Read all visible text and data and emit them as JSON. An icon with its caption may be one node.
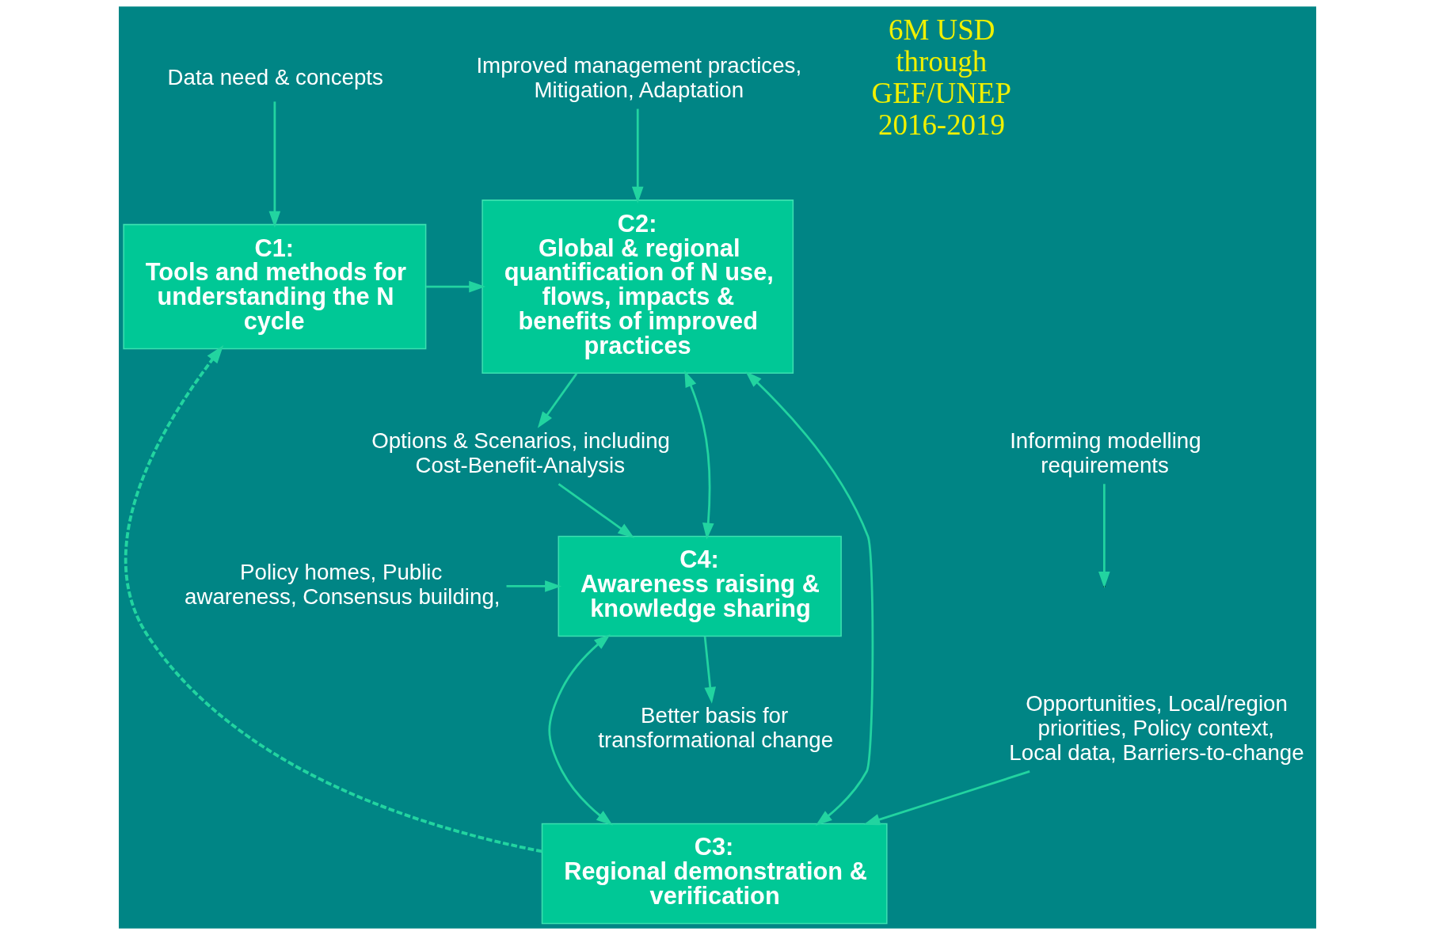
{
  "diagram": {
    "nodes": [
      {
        "text": [
          "Data need & concepts"
        ]
      },
      {
        "text": [
          "C1:",
          "Tools and methods for understanding the N cycle"
        ]
      },
      {
        "text": [
          "Improved management practices, Mitigation, Adaptation"
        ]
      },
      {
        "text": [
          "C2:",
          "Global & regional quantification of N use, flows, impacts & benefits of improved practices"
        ]
      },
      {
        "text": [
          "Informing modelling requirements"
        ]
      },
      {
        "text": [
          "C3:",
          "Regional demonstration & verification"
        ]
      },
      {
        "text": [
          "Options & Scenarios, including Cost-Benefit-Analysis"
        ]
      },
      {
        "text": [
          "C4:",
          "Awareness raising & knowledge sharing"
        ]
      },
      {
        "text": [
          "Opportunities, Local/region priorities, Policy context, Local data, Barriers-to-change"
        ]
      },
      {
        "text": [
          "Policy homes, Public awareness, Consensus building,"
        ]
      },
      {
        "text": [
          "Better basis for transformational change"
        ]
      }
    ],
    "edges": [
      {
        "from": 0,
        "to": 1,
        "arrow": "to"
      },
      {
        "from": 2,
        "to": 3,
        "arrow": "to"
      },
      {
        "from": 1,
        "to": 3,
        "arrow": "to"
      },
      {
        "from": 3,
        "to": 6,
        "arrow": "to"
      },
      {
        "from": 5,
        "to": 1,
        "arrow": "to",
        "style": "dashed"
      },
      {
        "from": 4,
        "to": null,
        "arrow": "to"
      },
      {
        "from": 3,
        "to": 5,
        "arrow": "both"
      },
      {
        "from": 3,
        "to": 7,
        "arrow": "both"
      },
      {
        "from": 6,
        "to": 7,
        "arrow": "to"
      },
      {
        "from": 8,
        "to": 5,
        "arrow": "to"
      },
      {
        "from": 5,
        "to": 7,
        "arrow": "both"
      },
      {
        "from": 9,
        "to": 7,
        "arrow": "to"
      },
      {
        "from": 7,
        "to": 10,
        "arrow": "to"
      }
    ],
    "labels": [
      "6M USD through GEF/UNEP 2016-2019"
    ]
  }
}
